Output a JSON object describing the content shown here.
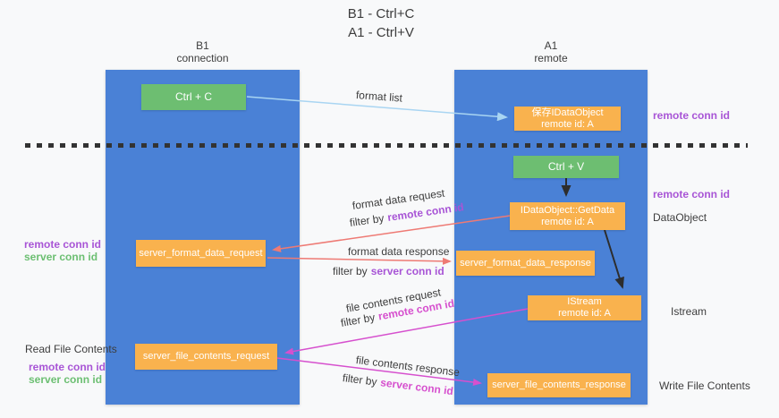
{
  "title": {
    "line1": "B1 - Ctrl+C",
    "line2": "A1 - Ctrl+V"
  },
  "lifelines": {
    "left": {
      "name": "B1",
      "role": "connection"
    },
    "right": {
      "name": "A1",
      "role": "remote"
    }
  },
  "nodes": {
    "ctrl_c": {
      "label": "Ctrl + C"
    },
    "ctrl_v": {
      "label": "Ctrl + V"
    },
    "save_dataobject": {
      "line1": "保存IDataObject",
      "line2": "remote id: A"
    },
    "getdata": {
      "line1": "IDataObject::GetData",
      "line2": "remote id: A"
    },
    "istream": {
      "line1": "IStream",
      "line2": "remote id: A"
    },
    "server_format_data_request": {
      "label": "server_format_data_request"
    },
    "server_format_data_response": {
      "label": "server_format_data_response"
    },
    "server_file_contents_request": {
      "label": "server_file_contents_request"
    },
    "server_file_contents_response": {
      "label": "server_file_contents_response"
    }
  },
  "messages": {
    "format_list": {
      "label": "format list"
    },
    "format_data_request": {
      "label": "format data request",
      "filter_prefix": "filter by",
      "filter_id": "remote conn id"
    },
    "format_data_response": {
      "label": "format data response",
      "filter_prefix": "filter by",
      "filter_id": "server conn id"
    },
    "file_contents_request": {
      "label": "file contents request",
      "filter_prefix": "filter by",
      "filter_id": "remote conn id"
    },
    "file_contents_response": {
      "label": "file contents response",
      "filter_prefix": "filter by",
      "filter_id": "server conn id"
    }
  },
  "annotations": {
    "right_remote_conn_id_top": "remote conn id",
    "right_remote_conn_id_mid": "remote conn id",
    "right_dataobject": "DataObject",
    "right_istream": "Istream",
    "right_write_file_contents": "Write File Contents",
    "left_remote_conn_id_1": "remote conn id",
    "left_server_conn_id_1": "server conn id",
    "left_read_file_contents": "Read File Contents",
    "left_remote_conn_id_2": "remote conn id",
    "left_server_conn_id_2": "server conn id"
  },
  "colors": {
    "column": "#4a81d6",
    "box_green": "#6dbe71",
    "box_orange": "#f9b24e",
    "accent_purple": "#a855d6",
    "accent_green": "#6cbf72",
    "accent_magenta": "#d650ce",
    "arrow_red": "#ee7a74",
    "arrow_blue": "#a9d5f2",
    "arrow_black": "#2d2d2d"
  }
}
